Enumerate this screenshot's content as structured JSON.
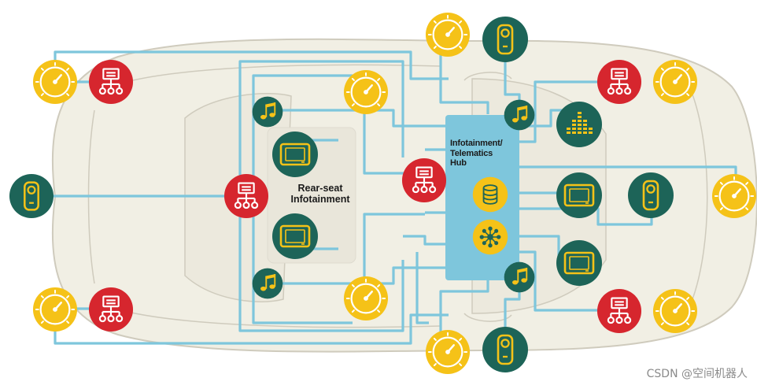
{
  "hub": {
    "title": "Infotainment/\nTelematics\nHub"
  },
  "rear": {
    "title": "Rear-seat\nInfotainment"
  },
  "watermark": "CSDN @空间机器人",
  "colors": {
    "gauge": "#f5c218",
    "network": "#d6262e",
    "device": "#1d6458",
    "wire": "#7ec6dc",
    "hub_panel": "#7ec6dc",
    "car_fill": "#f1efe4",
    "car_outline": "#cfcbbd"
  }
}
